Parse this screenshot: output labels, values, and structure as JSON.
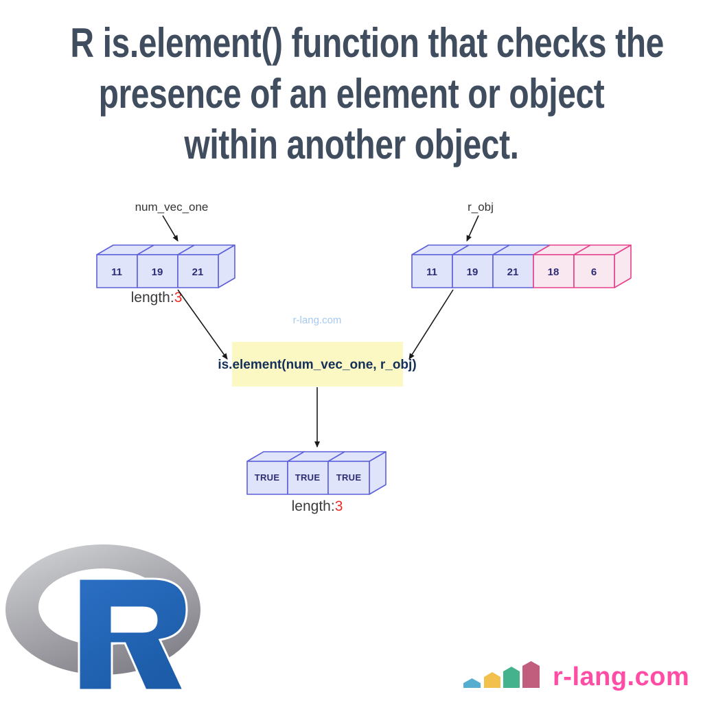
{
  "title": {
    "lines": [
      "R is.element() function that checks the",
      "presence of an element or object",
      "within another object."
    ],
    "color": "#3f4d5e"
  },
  "diagram": {
    "watermark": "r-lang.com",
    "vectors": {
      "num_vec_one": {
        "label": "num_vec_one",
        "cells": [
          "11",
          "19",
          "21"
        ],
        "length_label": "length:",
        "length_value": "3"
      },
      "r_obj": {
        "label": "r_obj",
        "cells": [
          "11",
          "19",
          "21",
          "18",
          "6"
        ],
        "highlight_from_index": 3
      },
      "result": {
        "cells": [
          "TRUE",
          "TRUE",
          "TRUE"
        ],
        "length_label": "length:",
        "length_value": "3"
      }
    },
    "function_box": {
      "label": "is.element(num_vec_one, r_obj)",
      "bg_color": "#fbf8c4",
      "text_color": "#14305a"
    },
    "colors": {
      "blue_cell_fill": "#dfe4fb",
      "blue_cell_border": "#5c5fd9",
      "pink_cell_fill": "#fae8f0",
      "pink_cell_border": "#e5408a",
      "cell_value_text": "#2d2d75",
      "length_value_red": "#ee2b25",
      "arrow": "#1a1a1a",
      "watermark_blue": "#a6c9f1"
    }
  },
  "branding": {
    "r_logo": {
      "letter": "R",
      "blue": "#2368be",
      "ring_gray": "#9a9aa0"
    },
    "footer": {
      "site": "r-lang.com",
      "text_color": "#ff4da6",
      "house_colors": [
        "#55aed0",
        "#f2c04d",
        "#44b38d",
        "#c15e7e"
      ]
    }
  }
}
